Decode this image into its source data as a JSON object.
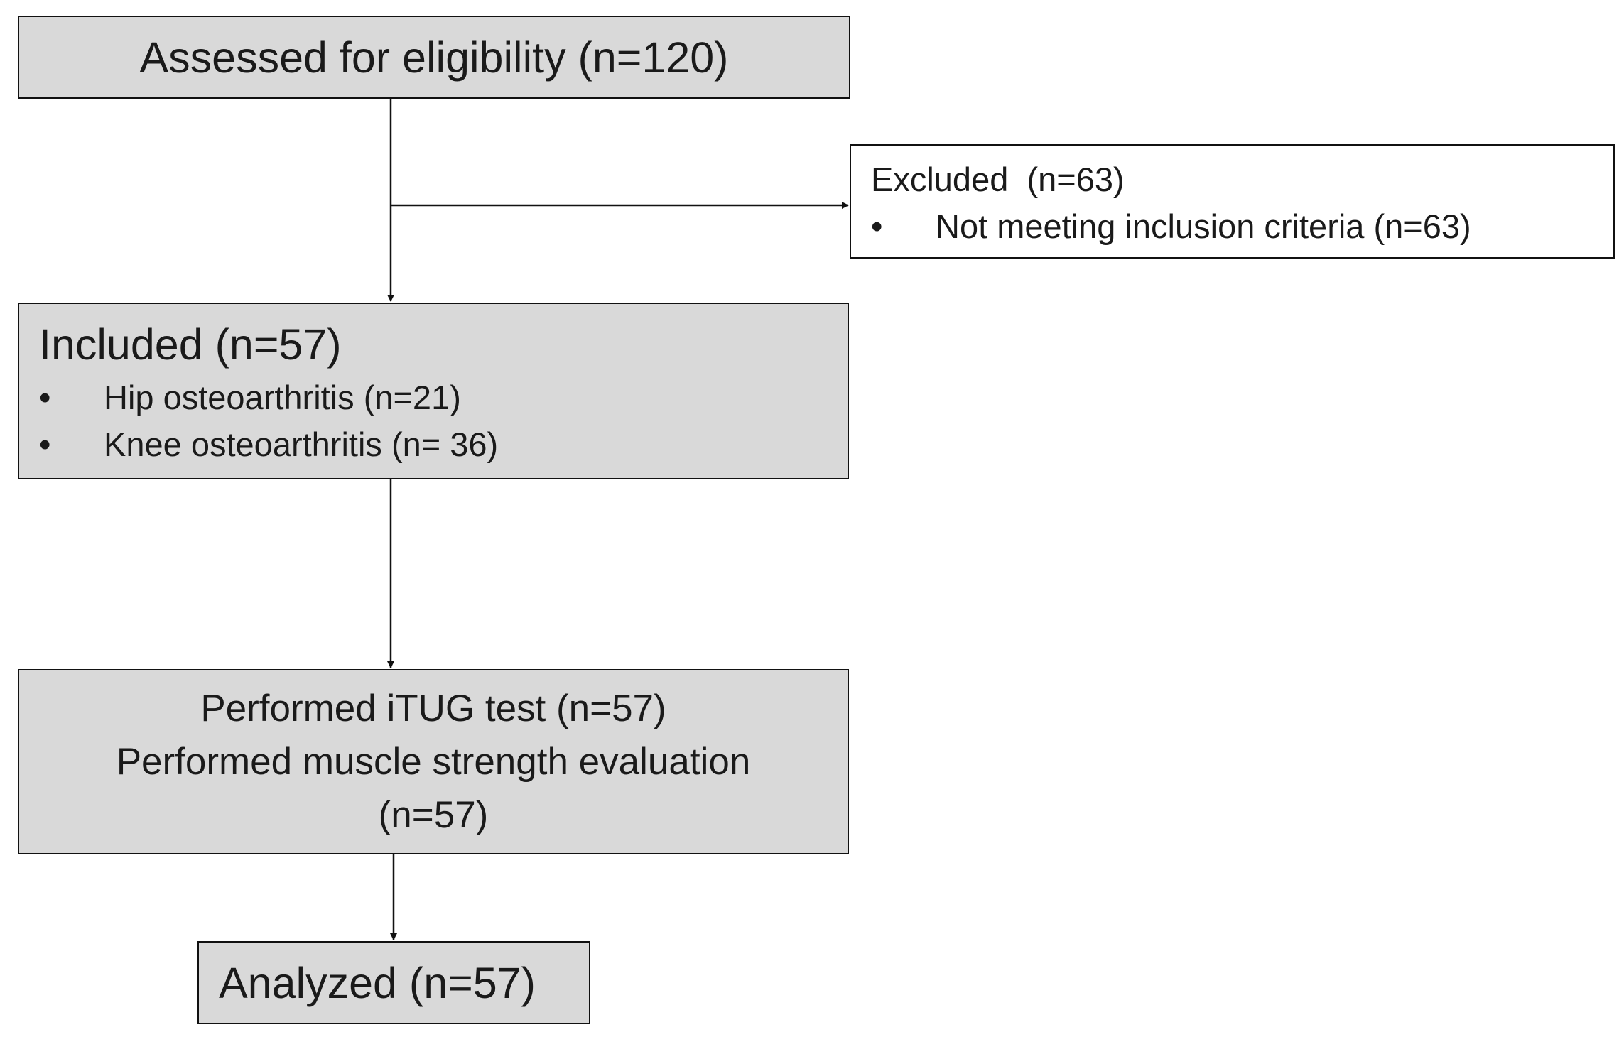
{
  "nodes": {
    "assessed": {
      "label": "Assessed for eligibility (n=120)"
    },
    "excluded": {
      "title": "Excluded  (n=63)",
      "bullet": "•",
      "items": [
        "Not meeting inclusion criteria (n=63)"
      ]
    },
    "included": {
      "title": "Included (n=57)",
      "bullet": "•",
      "items": [
        "Hip osteoarthritis (n=21)",
        "Knee osteoarthritis (n= 36)"
      ]
    },
    "performed": {
      "lines": [
        "Performed iTUG test (n=57)",
        "Performed muscle strength evaluation",
        "(n=57)"
      ]
    },
    "analyzed": {
      "label": "Analyzed (n=57)"
    }
  },
  "colors": {
    "box_fill": "#d9d9d9",
    "border": "#111111",
    "text": "#1a1a1a"
  }
}
